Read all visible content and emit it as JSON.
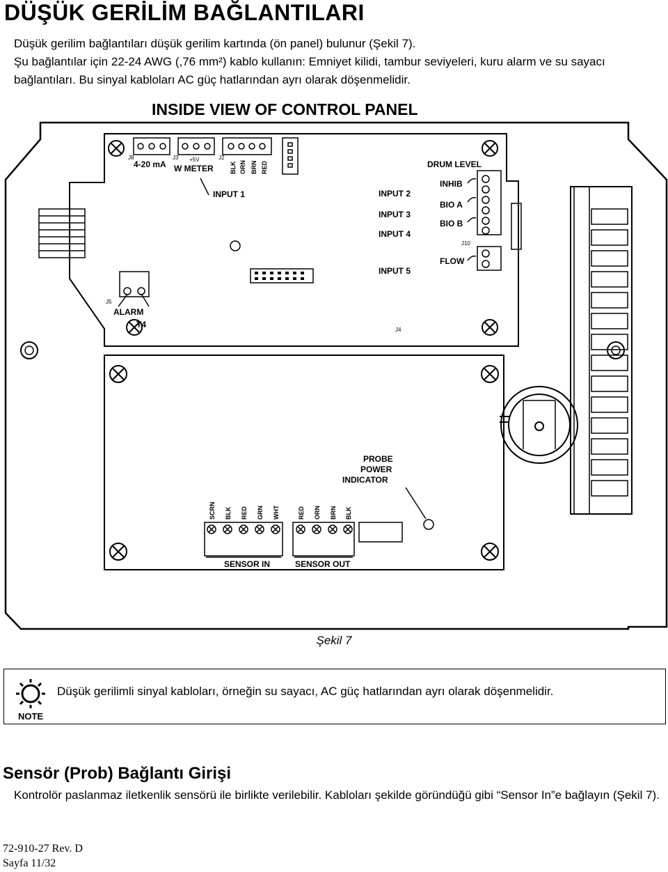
{
  "heading": "DÜŞÜK GERİLİM BAĞLANTILARI",
  "intro": {
    "line1": "Düşük gerilim bağlantıları düşük gerilim kartında (ön panel) bulunur  (Şekil 7).",
    "line2": "Şu bağlantılar için 22-24 AWG (,76 mm²) kablo kullanın: Emniyet kilidi, tambur seviyeleri, kuru alarm ve su sayacı bağlantıları.  Bu sinyal kabloları AC güç hatlarından ayrı olarak döşenmelidir."
  },
  "figure": {
    "title": "INSIDE VIEW OF CONTROL PANEL",
    "labels": {
      "j8": "J8",
      "ma": "4-20 mA",
      "j3": "J3",
      "plus5v": "+5V",
      "wmeter": "W METER",
      "j2": "J2",
      "blk": "BLK",
      "orn": "ORN",
      "brn": "BRN",
      "red": "RED",
      "input1": "INPUT 1",
      "drum": "DRUM LEVEL",
      "inhib": "INHIB",
      "bioa": "BIO A",
      "biob": "BIO B",
      "input2": "INPUT 2",
      "input3": "INPUT 3",
      "input4": "INPUT 4",
      "j10": "J10",
      "flow": "FLOW",
      "input5": "INPUT 5",
      "j5": "J5",
      "alarm": "ALARM",
      "t4": "T4",
      "j4": "J4",
      "probe1": "PROBE",
      "probe2": "POWER",
      "probe3": "INDICATOR",
      "sensor_in": "SENSOR IN",
      "sensor_out": "SENSOR OUT",
      "wire_in": [
        "SCRN",
        "BLK",
        "RED",
        "GRN",
        "WHT"
      ],
      "wire_out": [
        "RED",
        "ORN",
        "BRN",
        "BLK"
      ]
    }
  },
  "caption": "Şekil 7",
  "note": {
    "icon_label": "NOTE",
    "text": "Düşük gerilimli sinyal kabloları, örneğin su sayacı, AC güç hatlarından ayrı olarak döşenmelidir."
  },
  "section2": {
    "heading": "Sensör (Prob) Bağlantı Girişi",
    "text": "Kontrolör paslanmaz iletkenlik sensörü ile birlikte verilebilir.  Kabloları şekilde göründüğü gibi “Sensor In”e bağlayın (Şekil 7)."
  },
  "footer": {
    "doc": "72-910-27 Rev. D",
    "page": "Sayfa 11/32"
  }
}
